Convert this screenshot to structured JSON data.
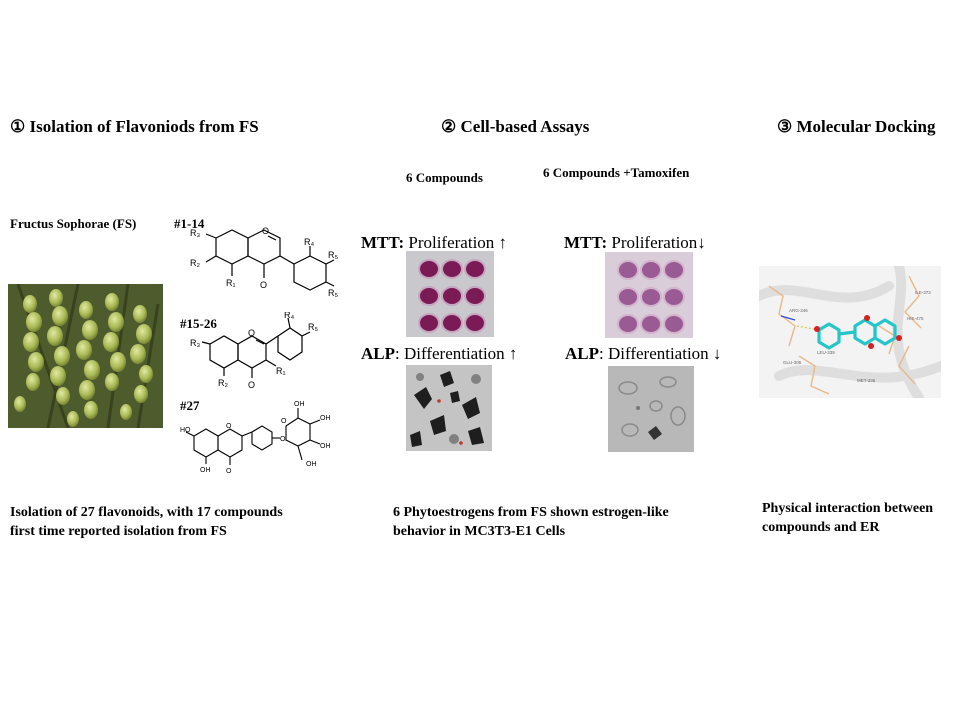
{
  "sections": {
    "isolation": {
      "heading": "① Isolation of Flavoniods from FS",
      "source_label": "Fructus Sophorae (FS)",
      "group1": "#1-14",
      "group2": "#15-26",
      "group3": "#27",
      "summary": "Isolation of 27 flavonoids, with 17 compounds first time reported isolation from FS"
    },
    "assays": {
      "heading": "② Cell-based Assays",
      "col1_title": "6 Compounds",
      "col2_title": "6 Compounds +Tamoxifen",
      "mtt_prefix": "MTT:",
      "mtt_left": " Proliferation ↑",
      "mtt_right": " Proliferation↓",
      "alp_prefix": "ALP",
      "alp_left": ": Differentiation ↑",
      "alp_right": ": Differentiation ↓",
      "summary": "6 Phytoestrogens from FS shown estrogen-like behavior in MC3T3-E1 Cells"
    },
    "docking": {
      "heading": "③ Molecular Docking",
      "residues": [
        "ILE-373",
        "ARG-346",
        "HIS-475",
        "LEU-339",
        "GLU-305",
        "MET-336"
      ],
      "summary": "Physical interaction between compounds and ER"
    }
  },
  "colors": {
    "well_purple": "#7a1b55",
    "ligand_cyan": "#25c6c9",
    "plant_green": "#9fb04a"
  }
}
